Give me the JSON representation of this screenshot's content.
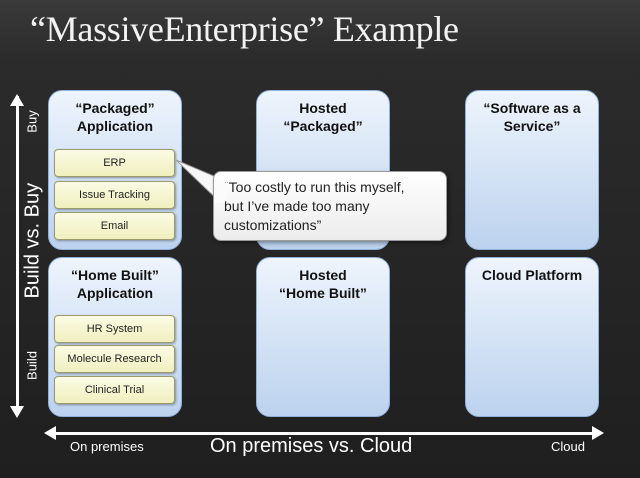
{
  "title": "“MassiveEnterprise” Example",
  "axes": {
    "vertical_main": "Build vs. Buy",
    "vertical_top": "Buy",
    "vertical_bottom": "Build",
    "horizontal_main": "On premises vs. Cloud",
    "horizontal_left": "On premises",
    "horizontal_right": "Cloud"
  },
  "quadrants": {
    "packaged_app": {
      "label": "“Packaged”\nApplication",
      "apps": [
        "ERP",
        "Issue Tracking",
        "Email"
      ]
    },
    "hosted_packaged": {
      "label": "Hosted\n“Packaged”"
    },
    "saas": {
      "label": "“Software as a\nService”"
    },
    "home_built_app": {
      "label": "“Home Built”\nApplication",
      "apps": [
        "HR System",
        "Molecule Research",
        "Clinical Trial"
      ]
    },
    "hosted_home_built": {
      "label": "Hosted\n“Home Built”"
    },
    "cloud_platform": {
      "label": "Cloud Platform"
    }
  },
  "callout": {
    "text": "“Too costly to run this myself,\nbut I’ve made too many\ncustomizations”"
  }
}
